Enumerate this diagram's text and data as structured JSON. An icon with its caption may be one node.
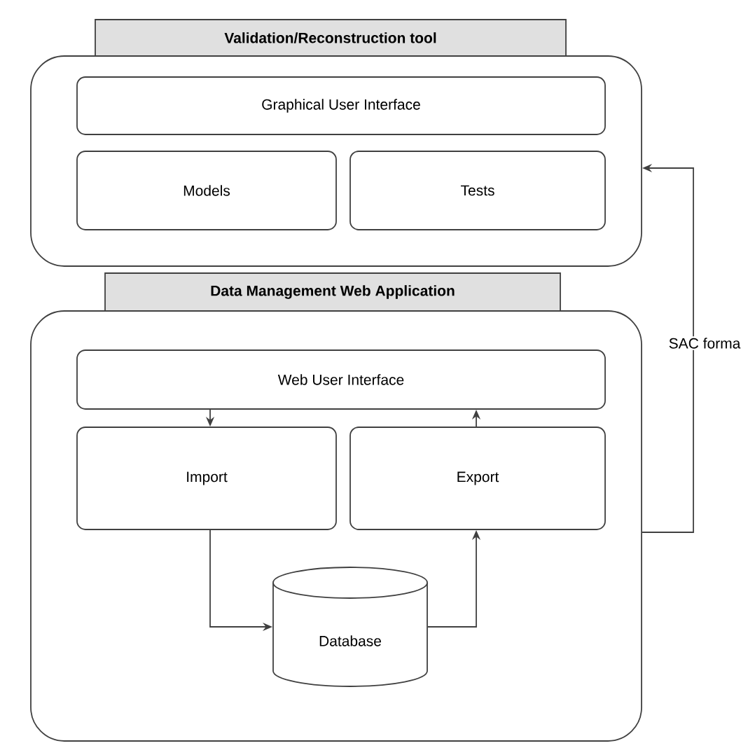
{
  "diagram": {
    "nodes": [
      {
        "text": [
          "Validation/Reconstruction tool"
        ]
      },
      {
        "text": [
          "Graphical User Interface"
        ],
        "in": 0
      },
      {
        "text": [
          "Models"
        ],
        "in": 0
      },
      {
        "text": [
          "Tests"
        ],
        "in": 0
      },
      {
        "text": [
          "Data Management Web Application"
        ]
      },
      {
        "text": [
          "Web User Interface"
        ],
        "in": 4
      },
      {
        "text": [
          "Import"
        ],
        "in": 4
      },
      {
        "text": [
          "Export"
        ],
        "in": 4
      },
      {
        "text": [
          "Database"
        ],
        "in": 4
      }
    ],
    "edges": [
      {
        "from": 5,
        "to": 6,
        "arrow": "to"
      },
      {
        "from": 7,
        "to": 5,
        "arrow": "to"
      },
      {
        "from": 6,
        "to": 8,
        "arrow": "to"
      },
      {
        "from": 8,
        "to": 7,
        "arrow": "to"
      },
      {
        "from": 4,
        "to": 0,
        "arrow": "to",
        "label": "SAC forma"
      }
    ]
  }
}
